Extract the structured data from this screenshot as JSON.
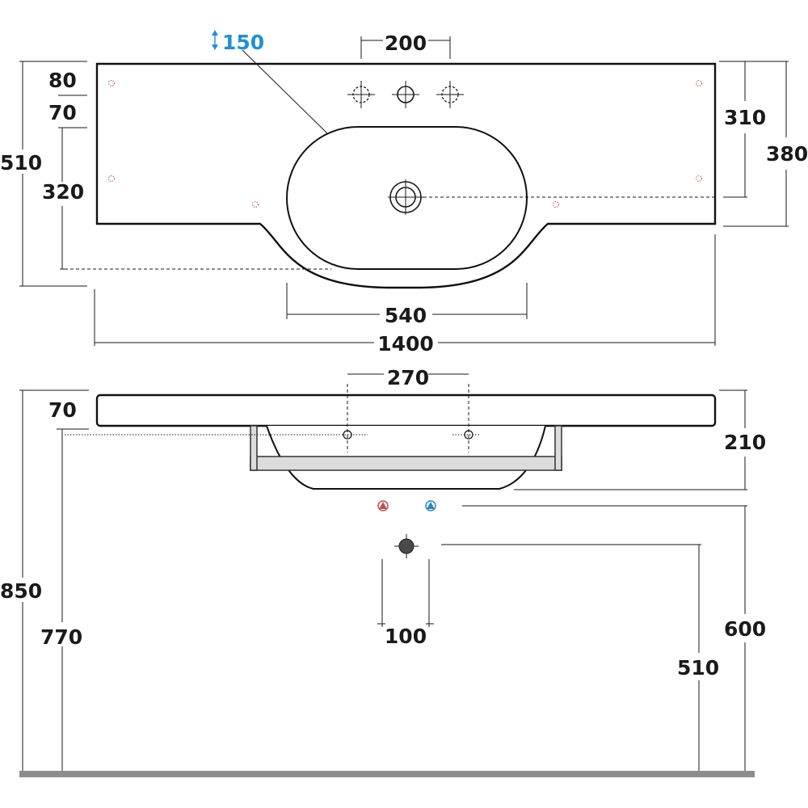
{
  "top_view": {
    "dims": {
      "overflow_diameter": "150",
      "tap_spacing": "200",
      "deck_depth_left": "80",
      "deck_offset_left": "70",
      "total_depth": "510",
      "pin_depth": "320",
      "right_inner_depth": "310",
      "right_outer_depth": "380",
      "bowl_width": "540",
      "total_width": "1400"
    }
  },
  "front_view": {
    "dims": {
      "bracket_spacing": "270",
      "slab_thickness": "70",
      "bowl_depth": "210",
      "total_height": "850",
      "bracket_height": "770",
      "supply_spacing": "100",
      "supply_height": "600",
      "drain_height": "510"
    }
  },
  "colors": {
    "hot_supply": "#c0504d",
    "cold_supply": "#2e86c1",
    "drain": "#4a4a4a",
    "floor": "#8c8c8c",
    "accent_blue": "#1e90d6"
  }
}
